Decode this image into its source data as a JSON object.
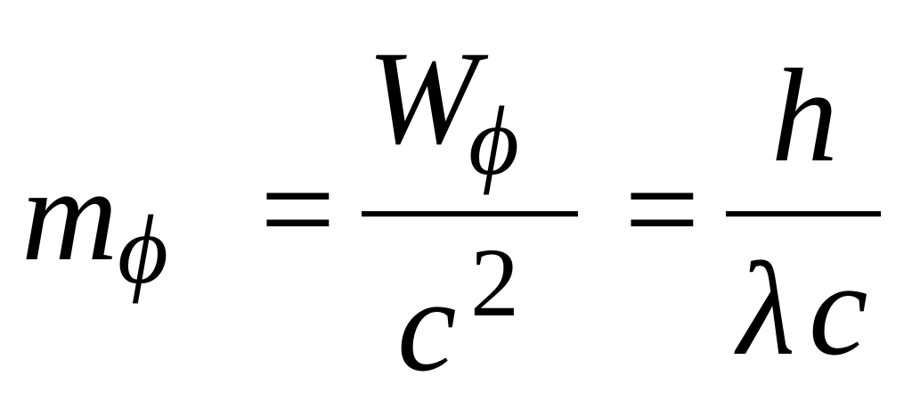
{
  "formula": {
    "lhs": {
      "symbol": "m",
      "subscript": "ϕ"
    },
    "equals": "=",
    "fraction_1": {
      "numerator_symbol": "W",
      "numerator_subscript": "ϕ",
      "denominator_symbol": "c",
      "denominator_exponent": "2"
    },
    "fraction_2": {
      "numerator": "h",
      "denominator_lambda": "λ",
      "denominator_c": "c"
    }
  }
}
